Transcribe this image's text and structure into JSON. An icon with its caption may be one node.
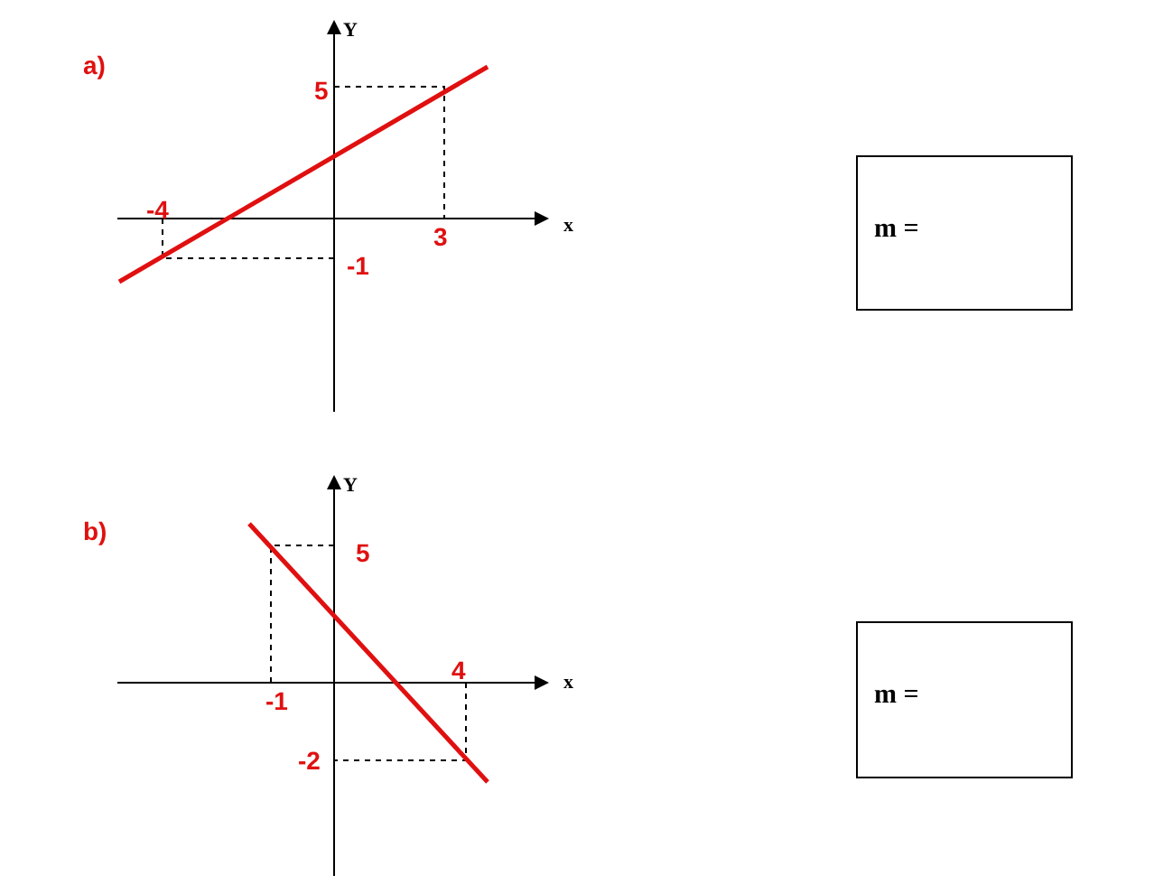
{
  "diagram": {
    "nodes": [
      {
        "text": [
          "m ="
        ]
      },
      {
        "text": [
          "m ="
        ]
      }
    ],
    "edges": [],
    "labels": [
      "a)",
      "Y",
      "5",
      "-4",
      "3",
      "x",
      "-1",
      "b)",
      "Y",
      "5",
      "x",
      "-1",
      "4",
      "-2"
    ]
  }
}
